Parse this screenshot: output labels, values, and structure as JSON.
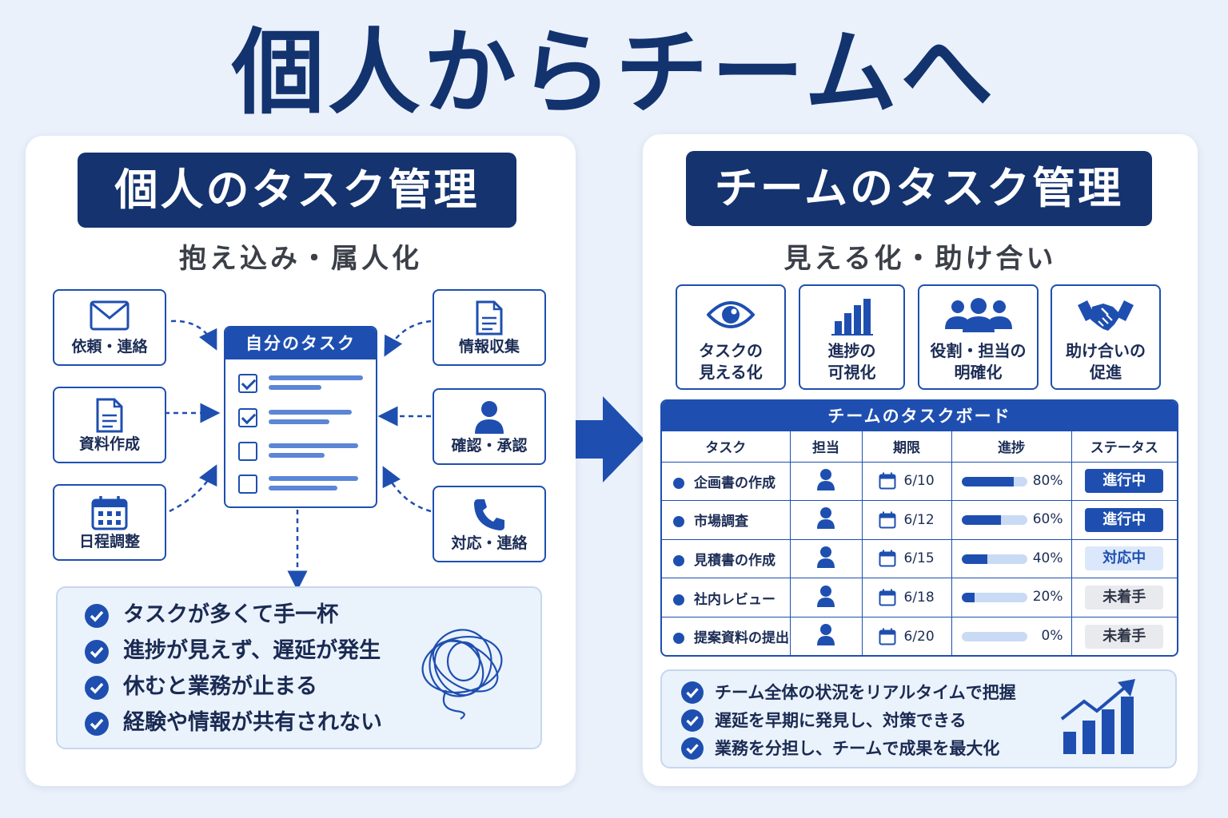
{
  "title": "個人からチームへ",
  "left": {
    "header": "個人のタスク管理",
    "subtitle": "抱え込み・属人化",
    "sources": {
      "irai": {
        "label": "依頼・連絡",
        "icon": "mail-icon"
      },
      "shiryo": {
        "label": "資料作成",
        "icon": "document-icon"
      },
      "nittei": {
        "label": "日程調整",
        "icon": "calendar-icon"
      },
      "joho": {
        "label": "情報収集",
        "icon": "document-icon"
      },
      "kakunin": {
        "label": "確認・承認",
        "icon": "person-icon"
      },
      "taio": {
        "label": "対応・連絡",
        "icon": "phone-icon"
      }
    },
    "my_tasks": {
      "title": "自分のタスク",
      "items": [
        {
          "checked": true
        },
        {
          "checked": true
        },
        {
          "checked": false
        },
        {
          "checked": false
        }
      ]
    },
    "problems": [
      "タスクが多くて手一杯",
      "進捗が見えず、遅延が発生",
      "休むと業務が止まる",
      "経験や情報が共有されない"
    ]
  },
  "right": {
    "header": "チームのタスク管理",
    "subtitle": "見える化・助け合い",
    "features": [
      {
        "line1": "タスクの",
        "line2": "見える化",
        "icon": "eye-icon"
      },
      {
        "line1": "進捗の",
        "line2": "可視化",
        "icon": "bar-chart-icon"
      },
      {
        "line1": "役割・担当の",
        "line2": "明確化",
        "icon": "team-icon"
      },
      {
        "line1": "助け合いの",
        "line2": "促進",
        "icon": "handshake-icon"
      }
    ],
    "board": {
      "title": "チームのタスクボード",
      "columns": [
        "タスク",
        "担当",
        "期限",
        "進捗",
        "ステータス"
      ],
      "rows": [
        {
          "task": "企画書の作成",
          "due": "6/10",
          "progress": 80,
          "progress_label": "80%",
          "status": "進行中",
          "status_type": "progress"
        },
        {
          "task": "市場調査",
          "due": "6/12",
          "progress": 60,
          "progress_label": "60%",
          "status": "進行中",
          "status_type": "progress"
        },
        {
          "task": "見積書の作成",
          "due": "6/15",
          "progress": 40,
          "progress_label": "40%",
          "status": "対応中",
          "status_type": "handling"
        },
        {
          "task": "社内レビュー",
          "due": "6/18",
          "progress": 20,
          "progress_label": "20%",
          "status": "未着手",
          "status_type": "notstarted"
        },
        {
          "task": "提案資料の提出",
          "due": "6/20",
          "progress": 0,
          "progress_label": "0%",
          "status": "未着手",
          "status_type": "notstarted"
        }
      ]
    },
    "benefits": [
      "チーム全体の状況をリアルタイムで把握",
      "遅延を早期に発見し、対策できる",
      "業務を分担し、チームで成果を最大化"
    ]
  },
  "colors": {
    "navy": "#14336f",
    "blue": "#1e4fb0",
    "light_blue": "#c9daf5",
    "background": "#eaf1fb"
  }
}
